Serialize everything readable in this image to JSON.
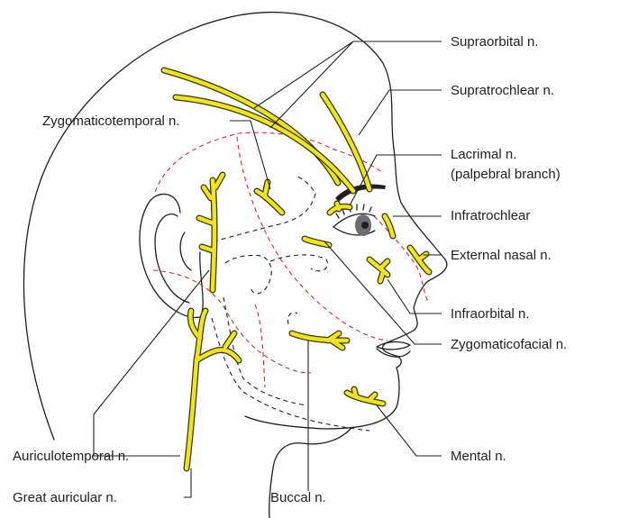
{
  "labels": {
    "supraorbital": "Supraorbital n.",
    "supratrochlear": "Supratrochlear n.",
    "lacrimal_line1": "Lacrimal n.",
    "lacrimal_line2": "(palpebral branch)",
    "infratrochlear": "Infratrochlear",
    "external_nasal": "External nasal n.",
    "infraorbital": "Infraorbital n.",
    "zygomaticofacial": "Zygomaticofacial n.",
    "mental": "Mental n.",
    "zygomaticotemporal": "Zygomaticotemporal n.",
    "auriculotemporal": "Auriculotemporal n.",
    "great_auricular": "Great auricular n.",
    "buccal": "Buccal n."
  },
  "colors": {
    "nerve": "#f0e41d",
    "nerve_outline": "#3a3410",
    "dermatome_boundary_red": "#e2262c",
    "boundary_black": "#231f20",
    "iris": "#6d6e71"
  }
}
